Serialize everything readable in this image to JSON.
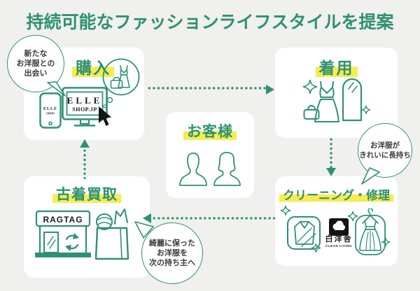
{
  "title": "持続可能なファッションライフスタイルを提案",
  "nodes": {
    "purchase": {
      "label": "購入"
    },
    "wear": {
      "label": "着用"
    },
    "customer": {
      "label": "お客様"
    },
    "resale": {
      "label": "古着買取"
    },
    "cleaning": {
      "label": "クリーニング・修理"
    }
  },
  "bubbles": {
    "new_encounter": "新たな\nお洋服との\n出会い",
    "long_lasting": "お洋服が\nきれいに長持ち",
    "next_owner": "綺麗に保った\nお洋服を\n次の持ち主へ"
  },
  "brands": {
    "monitor_line1": "ELLE",
    "monitor_line2": "SHOP.JP",
    "phone_line1": "ELLE",
    "phone_line2": "SHOP",
    "ragtag": "RAGTAG",
    "hakuyosha_name": "白洋舎",
    "hakuyosha_tagline": "CLEAN LIVING"
  },
  "flow": {
    "cycle": [
      "購入",
      "着用",
      "クリーニング・修理",
      "古着買取"
    ],
    "center": "お客様"
  },
  "colors": {
    "green": "#2e9173",
    "yellow": "#f6ec50",
    "background": "#f0f0ee",
    "card": "#ffffff",
    "ink": "#1a1a1a"
  }
}
